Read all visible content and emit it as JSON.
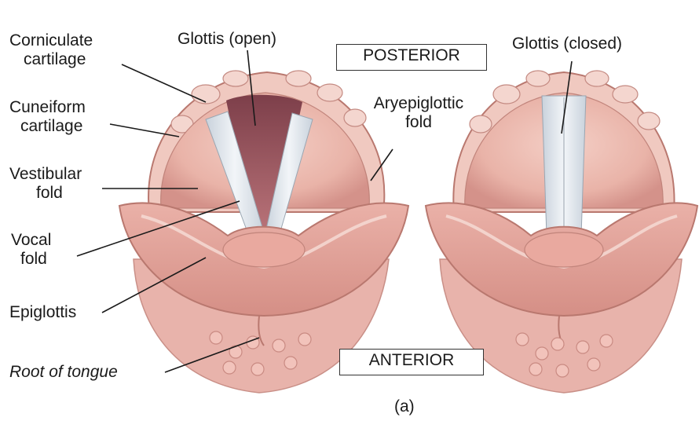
{
  "labels": {
    "corniculate_line1": "Corniculate",
    "corniculate_line2": "cartilage",
    "cuneiform_line1": "Cuneiform",
    "cuneiform_line2": "cartilage",
    "vestibular_line1": "Vestibular",
    "vestibular_line2": "fold",
    "vocal_line1": "Vocal",
    "vocal_line2": "fold",
    "epiglottis": "Epiglottis",
    "root_of_tongue": "Root of tongue",
    "glottis_open": "Glottis (open)",
    "glottis_closed": "Glottis (closed)",
    "aryepiglottic_line1": "Aryepiglottic",
    "aryepiglottic_line2": "fold",
    "posterior": "POSTERIOR",
    "anterior": "ANTERIOR",
    "panel_caption": "(a)"
  },
  "colors": {
    "tissue_light": "#efc4bb",
    "tissue_mid": "#e4a79c",
    "tissue_dark": "#b9786f",
    "glottis_cavity": "#9a5a62",
    "vocal_cord": "#dde3ea",
    "leader_line": "#1a1a1a"
  }
}
